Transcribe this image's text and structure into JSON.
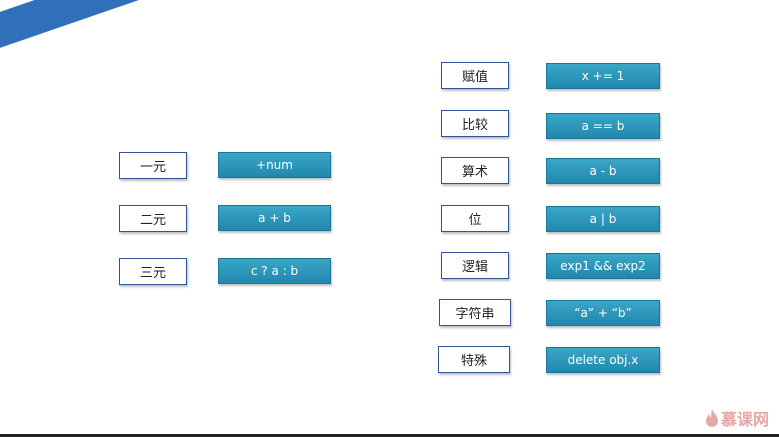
{
  "slide": {
    "title": "运算符",
    "left": [
      {
        "label": "一元",
        "value": "+num"
      },
      {
        "label": "二元",
        "value": "a + b"
      },
      {
        "label": "三元",
        "value": "c ? a : b"
      }
    ],
    "right": [
      {
        "label": "赋值",
        "value": "x += 1"
      },
      {
        "label": "比较",
        "value": "a == b"
      },
      {
        "label": "算术",
        "value": "a - b"
      },
      {
        "label": "位",
        "value": "a | b"
      },
      {
        "label": "逻辑",
        "value": "exp1 && exp2"
      },
      {
        "label": "字符串",
        "value": "“a” + “b”"
      },
      {
        "label": "特殊",
        "value": "delete obj.x"
      }
    ],
    "watermark": "慕课网"
  },
  "colors": {
    "banner": "#2f70b8",
    "value_box": "#2a98bd",
    "label_border": "#2f5597"
  }
}
